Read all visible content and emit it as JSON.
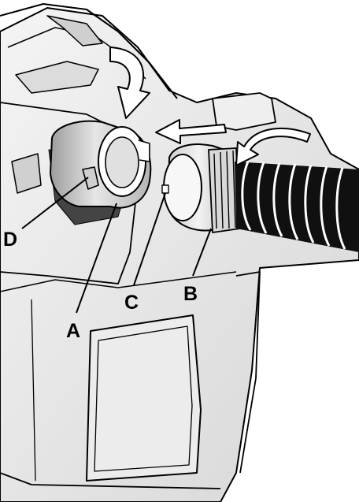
{
  "colors": {
    "ink": "#000000",
    "body_fill": "#ffffff",
    "body_shade": "#e8e8e8",
    "body_dark": "#bdbdbd",
    "hose_black": "#101010",
    "arrow_fill": "#ffffff"
  },
  "callouts": {
    "a": "A",
    "b": "B",
    "c": "C",
    "d": "D"
  }
}
